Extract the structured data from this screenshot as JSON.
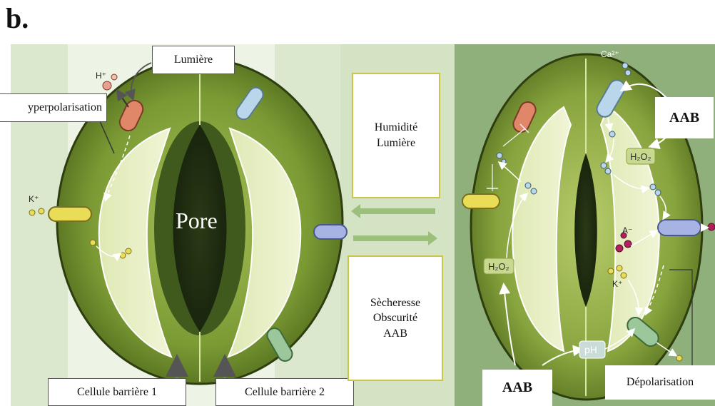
{
  "panel_letter": "b.",
  "left_stoma": {
    "pore_label": "Pore",
    "light_label": "Lumière",
    "hyperpolarisation_label": "yperpolarisation",
    "guard_cell_1": "Cellule barrière 1",
    "guard_cell_2": "Cellule barrière 2",
    "ion_h": "H⁺",
    "ion_k": "K⁺"
  },
  "conditions": {
    "open_line1": "Humidité",
    "open_line2": "Lumière",
    "close_line1": "Sècheresse",
    "close_line2": "Obscurité",
    "close_line3": "AAB"
  },
  "right_stoma": {
    "aab_top": "AAB",
    "aab_bottom": "AAB",
    "depolarisation_label": "Dépolarisation",
    "ion_ca": "Ca²⁺",
    "h2o2_right": "H₂O₂",
    "h2o2_left": "H₂O₂",
    "anion": "A⁻",
    "ion_k": "K⁺",
    "ph": "pH"
  },
  "colors": {
    "background_left": "#dbe8cd",
    "background_right": "#8fb07a",
    "cell_dark": "#6a8a2a",
    "cell_light": "#e6efbf",
    "pore_dark": "#1f2e12",
    "channel_salmon": "#e0876a",
    "channel_blue": "#b9d6ea",
    "channel_yellow": "#e9dc57",
    "channel_lavender": "#a7b4e3",
    "channel_green": "#9cc79a",
    "condition_border": "#c9c64a"
  }
}
